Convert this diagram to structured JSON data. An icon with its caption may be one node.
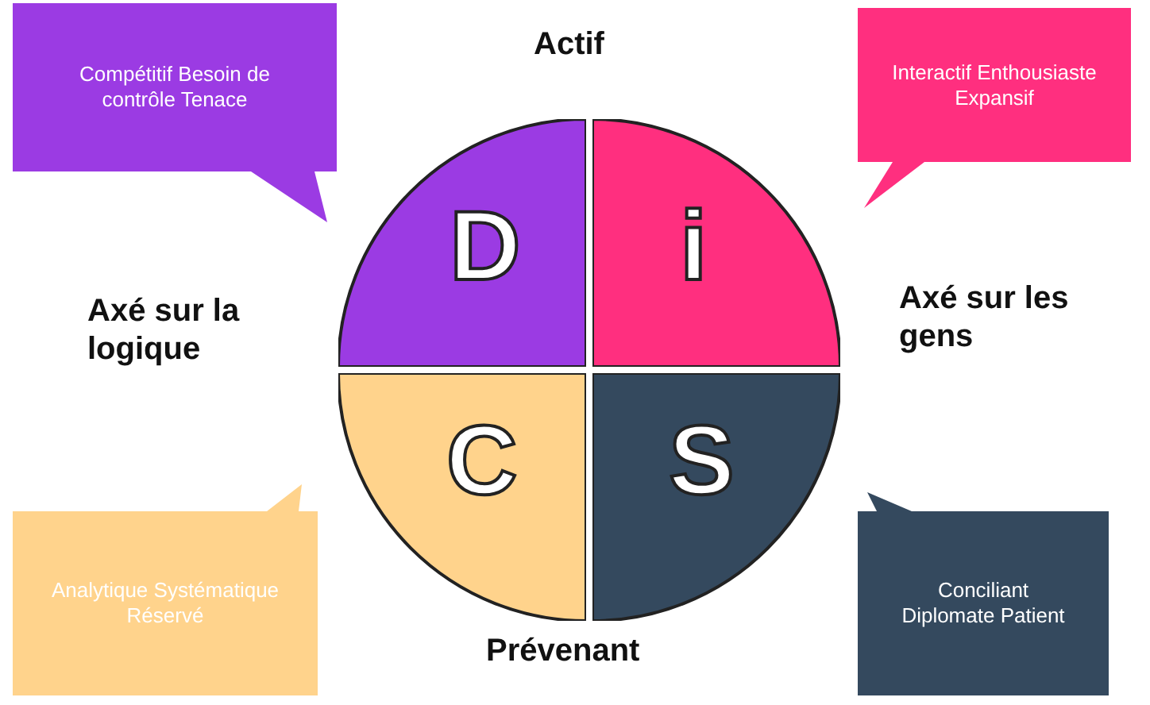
{
  "diagram": {
    "nodes": [
      {
        "text": [
          "Compétitif Besoin de contrôle Tenace"
        ]
      },
      {
        "text": [
          "Interactif Enthousiaste Expansif"
        ]
      },
      {
        "text": [
          "D"
        ]
      },
      {
        "text": [
          "i"
        ]
      },
      {
        "text": [
          "C"
        ]
      },
      {
        "text": [
          "S"
        ]
      },
      {
        "text": [
          "Analytique Systématique Réservé"
        ]
      },
      {
        "text": [
          "Conciliant Diplomate Patient"
        ]
      }
    ],
    "edges": [],
    "labels": [
      "Actif",
      "Axé sur la logique",
      "Axé sur les gens",
      "Prévenant"
    ]
  }
}
